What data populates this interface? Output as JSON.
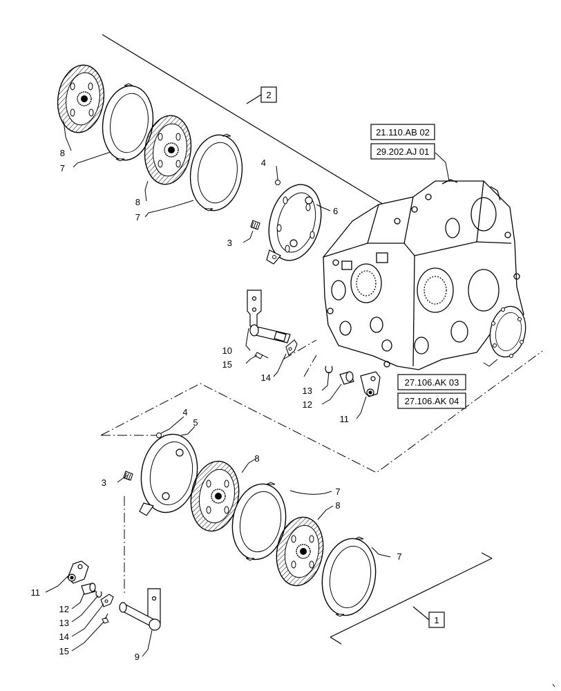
{
  "part_labels": {
    "upper_8a": "8",
    "upper_7a": "7",
    "upper_8b": "8",
    "upper_7b": "7",
    "upper_4": "4",
    "upper_6": "6",
    "upper_3": "3",
    "upper_10": "10",
    "upper_15": "15",
    "upper_14": "14",
    "upper_13": "13",
    "upper_12": "12",
    "upper_11": "11",
    "lower_4": "4",
    "lower_5": "5",
    "lower_3": "3",
    "lower_8a": "8",
    "lower_7a": "7",
    "lower_8b": "8",
    "lower_7b": "7",
    "lower_11": "11",
    "lower_12": "12",
    "lower_13": "13",
    "lower_14": "14",
    "lower_15": "15",
    "lower_9": "9"
  },
  "group_labels": {
    "group_2": "2",
    "group_1": "1"
  },
  "references": {
    "housing_a": "21.110.AB 02",
    "housing_b": "29.202.AJ 01",
    "cover_a": "27.106.AK 03",
    "cover_b": "27.106.AK 04"
  }
}
